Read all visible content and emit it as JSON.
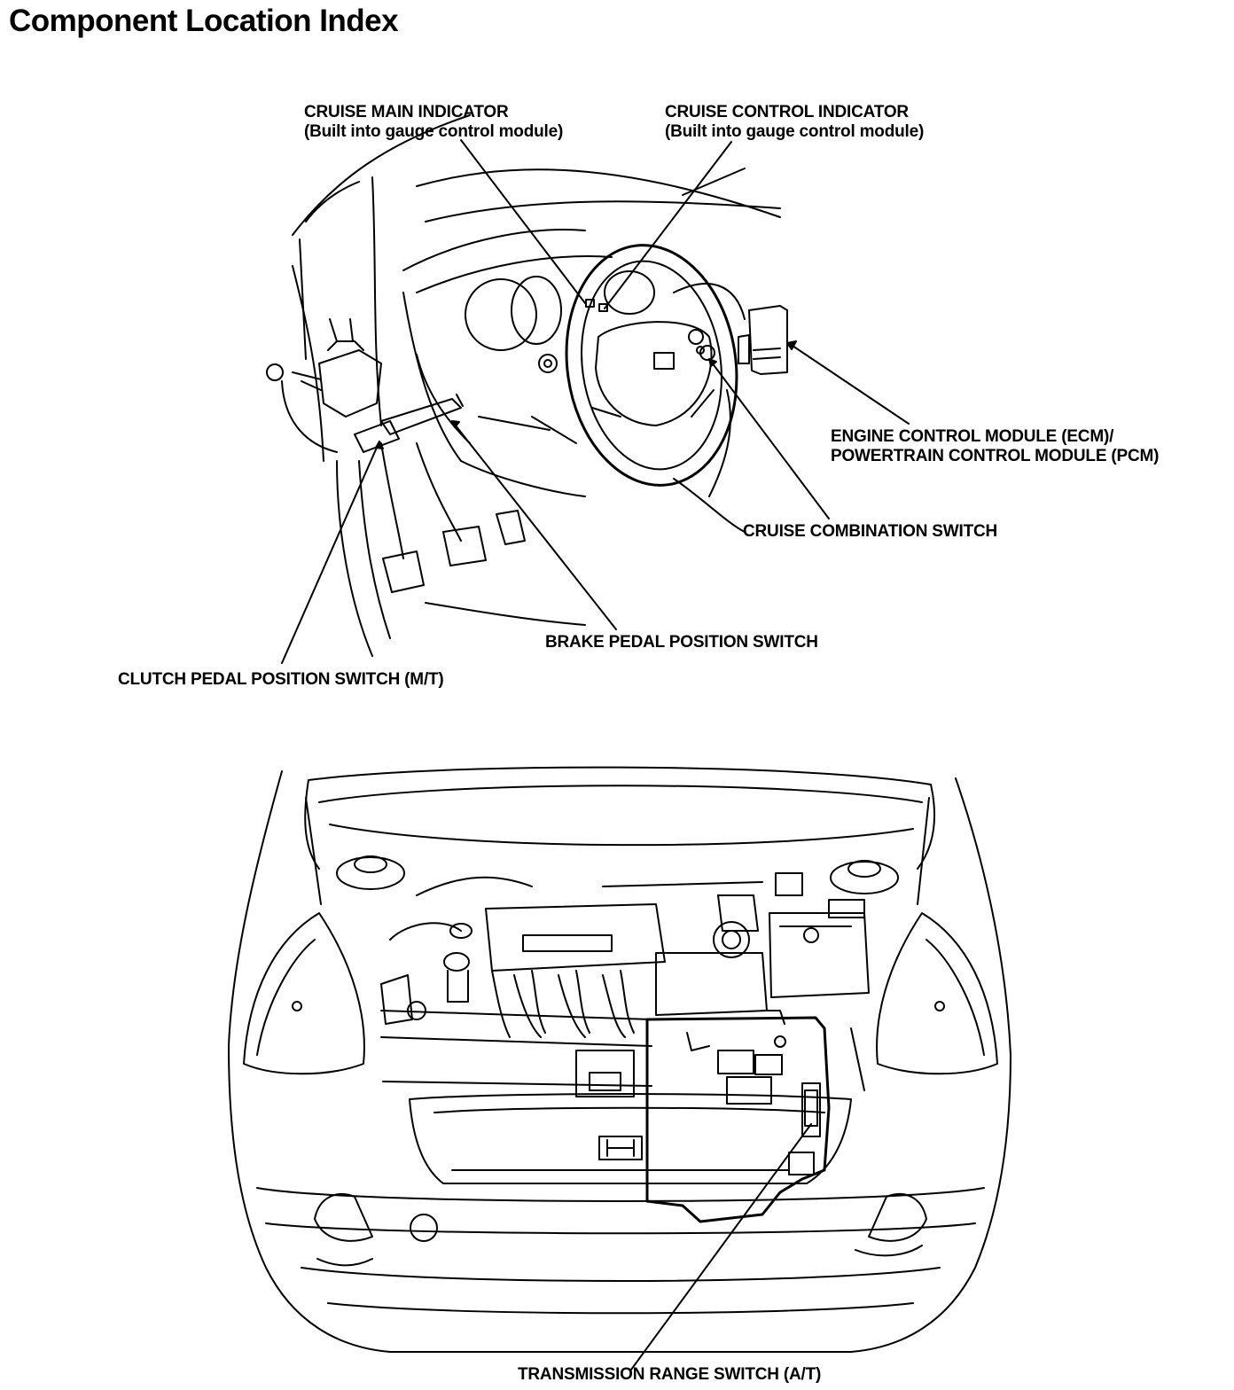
{
  "title": "Component Location Index",
  "labels": {
    "cruise_main_indicator": {
      "line1": "CRUISE MAIN INDICATOR",
      "line2": "(Built into gauge control module)"
    },
    "cruise_control_indicator": {
      "line1": "CRUISE CONTROL INDICATOR",
      "line2": "(Built into gauge control module)"
    },
    "ecm_pcm": {
      "line1": "ENGINE CONTROL MODULE (ECM)/",
      "line2": "POWERTRAIN CONTROL MODULE (PCM)"
    },
    "cruise_combination_switch": "CRUISE COMBINATION SWITCH",
    "brake_pedal_position_switch": "BRAKE PEDAL POSITION SWITCH",
    "clutch_pedal_position_switch": "CLUTCH PEDAL POSITION SWITCH (M/T)",
    "transmission_range_switch": "TRANSMISSION RANGE SWITCH (A/T)"
  }
}
